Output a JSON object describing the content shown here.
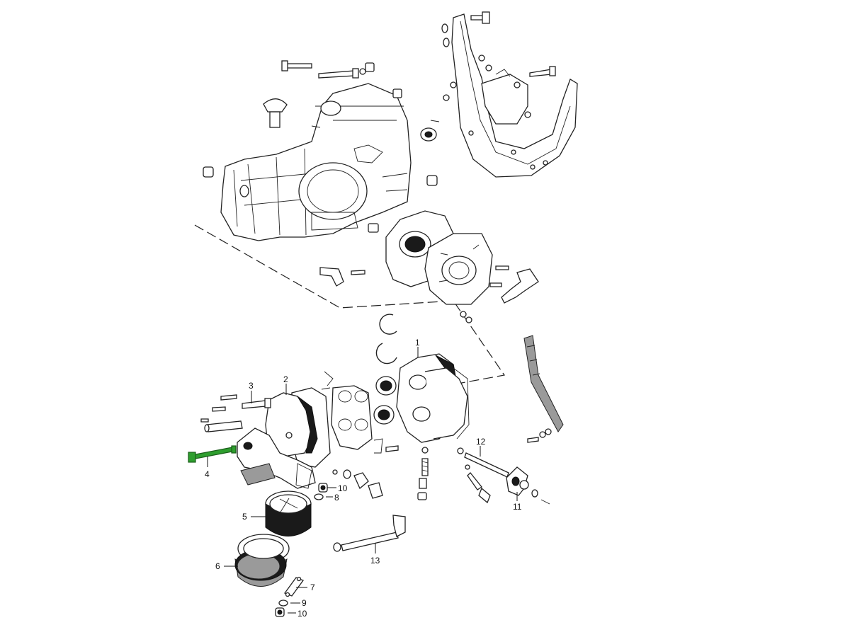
{
  "callouts": [
    {
      "id": "c1",
      "text": "1"
    },
    {
      "id": "c2",
      "text": "2"
    },
    {
      "id": "c3",
      "text": "3"
    },
    {
      "id": "c4",
      "text": "4"
    },
    {
      "id": "c5",
      "text": "5"
    },
    {
      "id": "c6",
      "text": "6"
    },
    {
      "id": "c7",
      "text": "7"
    },
    {
      "id": "c8",
      "text": "8"
    },
    {
      "id": "c9",
      "text": "9"
    },
    {
      "id": "c10a",
      "text": "10"
    },
    {
      "id": "c10b",
      "text": "10"
    },
    {
      "id": "c11",
      "text": "11"
    },
    {
      "id": "c12",
      "text": "12"
    },
    {
      "id": "c13",
      "text": "13"
    }
  ],
  "highlight_color": "#2e9e2e",
  "highlighted_part": "4"
}
